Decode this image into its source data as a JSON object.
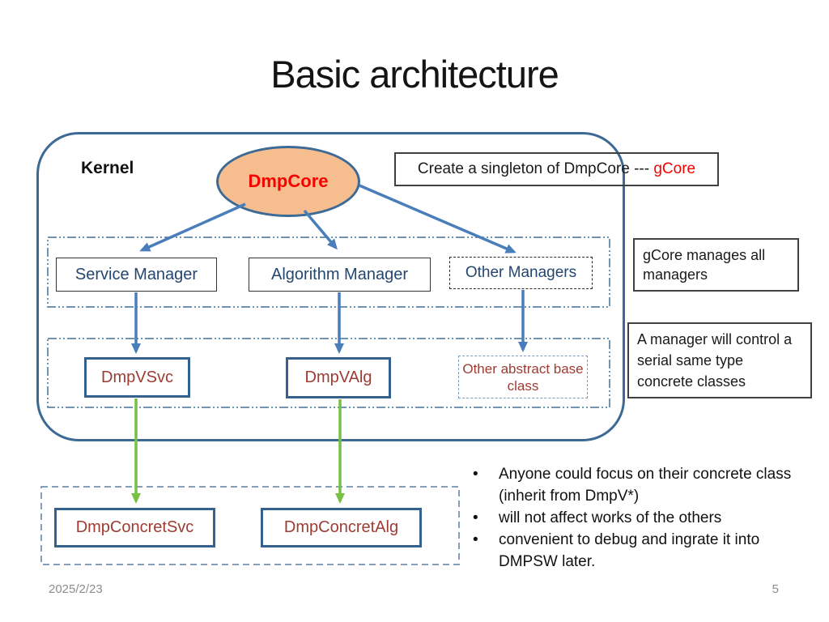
{
  "slide": {
    "title": "Basic architecture",
    "footer": {
      "date": "2025/2/23",
      "page": "5"
    }
  },
  "diagram": {
    "kernel_label": "Kernel",
    "core": {
      "label": "DmpCore"
    },
    "singleton_note": {
      "prefix": "Create a singleton of DmpCore --- ",
      "highlight": "gCore"
    },
    "managers": {
      "service": "Service Manager",
      "algorithm": "Algorithm Manager",
      "other": "Other Managers"
    },
    "abstract_layer": {
      "svc": "DmpVSvc",
      "alg": "DmpVAlg",
      "other": "Other abstract base class"
    },
    "concrete_layer": {
      "svc": "DmpConcretSvc",
      "alg": "DmpConcretAlg"
    },
    "side_notes": {
      "gcore": "gCore manages all managers",
      "manager_control": "A manager will control a serial same type concrete classes"
    },
    "bullets": [
      "Anyone could focus on their concrete class (inherit from DmpV*)",
      "will not affect works of the others",
      "convenient to debug and ingrate it into DMPSW later."
    ],
    "bullet_marker": "•",
    "colors": {
      "kernel_border": "#3D6995",
      "arrow_blue": "#4A7EBB",
      "arrow_green": "#76C043",
      "ellipse_fill": "#F6BE8E",
      "core_text": "#F80000",
      "manager_text": "#24476F",
      "abstract_text": "#9E3B33",
      "note_border": "#404040",
      "footer_text": "#8C8C8C"
    }
  }
}
